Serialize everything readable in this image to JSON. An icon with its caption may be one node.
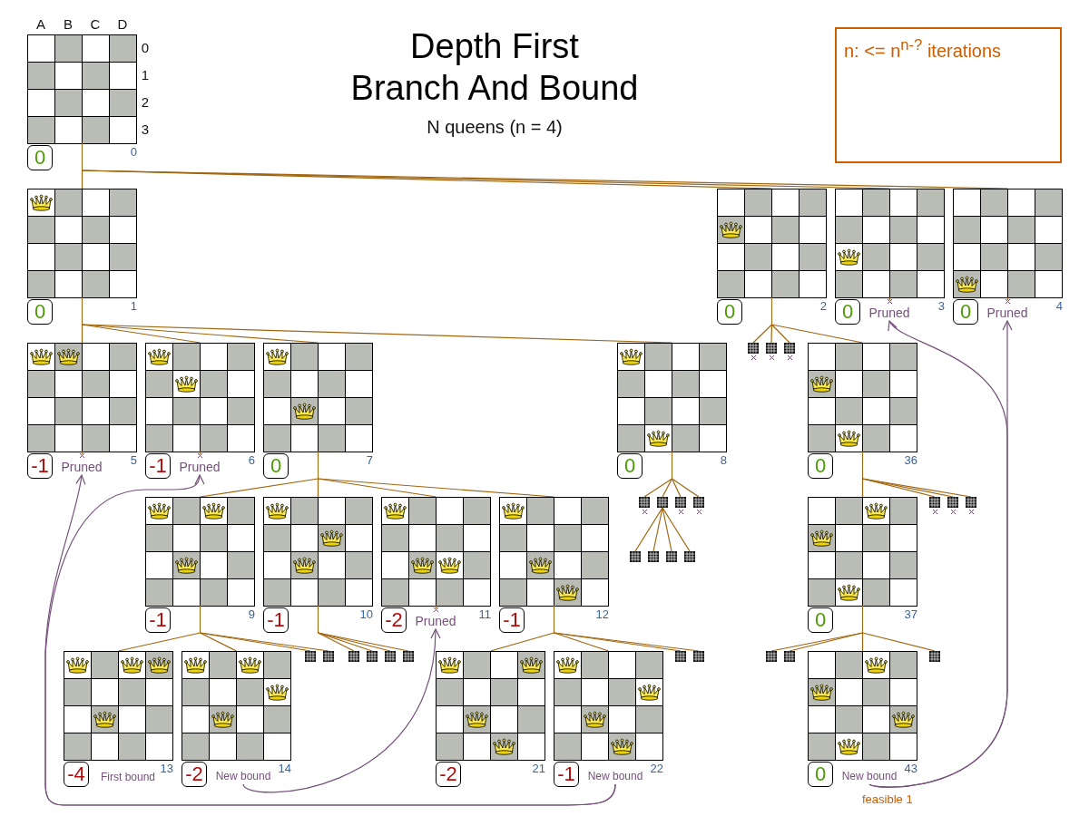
{
  "diagram": {
    "title": "Depth First Branch And Bound",
    "nodes": [
      {
        "text": [
          "0",
          "0"
        ]
      },
      {
        "text": [
          "n: <= n$^{n-?}$ iterations"
        ]
      },
      {
        "text": [
          "0",
          "1"
        ]
      },
      {
        "text": [
          "0",
          "2"
        ]
      },
      {
        "text": [
          "0",
          "3"
        ]
      },
      {
        "text": [
          "Pruned"
        ],
        "in": 4
      },
      {
        "text": [
          "0",
          "4"
        ]
      },
      {
        "text": [
          "Pruned"
        ],
        "in": 6
      },
      {
        "text": [],
        "shape": "picture"
      },
      {
        "text": [],
        "shape": "picture"
      },
      {
        "text": [],
        "shape": "picture"
      },
      {
        "text": [
          "-1",
          "5"
        ]
      },
      {
        "text": [
          "Pruned"
        ],
        "in": 11
      },
      {
        "text": [
          "-1",
          "6"
        ]
      },
      {
        "text": [
          "Pruned"
        ],
        "in": 13
      },
      {
        "text": [
          "0",
          "7"
        ]
      },
      {
        "text": [
          "0",
          "8"
        ]
      },
      {
        "text": [],
        "shape": "picture"
      },
      {
        "text": [],
        "shape": "picture"
      },
      {
        "text": [],
        "shape": "picture"
      },
      {
        "text": [],
        "shape": "picture"
      },
      {
        "text": [],
        "shape": "picture"
      },
      {
        "text": [],
        "shape": "picture"
      },
      {
        "text": [],
        "shape": "picture"
      },
      {
        "text": [],
        "shape": "picture"
      },
      {
        "text": [
          "0",
          "36"
        ]
      },
      {
        "text": [],
        "shape": "picture"
      },
      {
        "text": [],
        "shape": "picture"
      },
      {
        "text": [],
        "shape": "picture"
      },
      {
        "text": [
          "-1",
          "9"
        ]
      },
      {
        "text": [
          "-1",
          "10"
        ]
      },
      {
        "text": [
          "-2",
          "11"
        ]
      },
      {
        "text": [
          "Pruned"
        ],
        "in": 31
      },
      {
        "text": [
          "-1",
          "12"
        ]
      },
      {
        "text": [
          "0",
          "37"
        ]
      },
      {
        "text": [],
        "shape": "picture"
      },
      {
        "text": [],
        "shape": "picture"
      },
      {
        "text": [],
        "shape": "picture"
      },
      {
        "text": [],
        "shape": "picture"
      },
      {
        "text": [],
        "shape": "picture"
      },
      {
        "text": [],
        "shape": "picture"
      },
      {
        "text": [],
        "shape": "picture"
      },
      {
        "text": [],
        "shape": "picture"
      },
      {
        "text": [],
        "shape": "picture"
      },
      {
        "text": [],
        "shape": "picture"
      },
      {
        "text": [],
        "shape": "picture"
      },
      {
        "text": [
          "-4",
          "13",
          "First bound"
        ]
      },
      {
        "text": [
          "-2",
          "14"
        ]
      },
      {
        "text": [
          "New bound"
        ],
        "in": 47
      },
      {
        "text": [
          "-2",
          "21"
        ]
      },
      {
        "text": [
          "-1",
          "22"
        ]
      },
      {
        "text": [
          "New bound"
        ],
        "in": 50
      },
      {
        "text": [
          "0",
          "43"
        ],
        "beside": [
          "feasible 1"
        ]
      },
      {
        "text": [
          "New bound"
        ],
        "in": 52
      }
    ],
    "edges": [
      {
        "from": 0,
        "to": 2,
        "arrow": "none"
      },
      {
        "from": 0,
        "to": 3,
        "arrow": "none"
      },
      {
        "from": 0,
        "to": 4,
        "arrow": "none"
      },
      {
        "from": 0,
        "to": 6,
        "arrow": "none"
      },
      {
        "from": 2,
        "to": 11,
        "arrow": "none"
      },
      {
        "from": 2,
        "to": 13,
        "arrow": "none"
      },
      {
        "from": 2,
        "to": 15,
        "arrow": "none"
      },
      {
        "from": 2,
        "to": 16,
        "arrow": "none"
      },
      {
        "from": 3,
        "to": 8,
        "arrow": "none"
      },
      {
        "from": 3,
        "to": 9,
        "arrow": "none"
      },
      {
        "from": 3,
        "to": 10,
        "arrow": "none"
      },
      {
        "from": 3,
        "to": 25,
        "arrow": "none"
      },
      {
        "from": 16,
        "to": 17,
        "arrow": "none"
      },
      {
        "from": 16,
        "to": 18,
        "arrow": "none"
      },
      {
        "from": 16,
        "to": 19,
        "arrow": "none"
      },
      {
        "from": 16,
        "to": 20,
        "arrow": "none"
      },
      {
        "from": 18,
        "to": 21,
        "arrow": "none"
      },
      {
        "from": 18,
        "to": 22,
        "arrow": "none"
      },
      {
        "from": 18,
        "to": 23,
        "arrow": "none"
      },
      {
        "from": 18,
        "to": 24,
        "arrow": "none"
      },
      {
        "from": 25,
        "to": 26,
        "arrow": "none"
      },
      {
        "from": 25,
        "to": 27,
        "arrow": "none"
      },
      {
        "from": 25,
        "to": 28,
        "arrow": "none"
      },
      {
        "from": 25,
        "to": 34,
        "arrow": "none"
      },
      {
        "from": 15,
        "to": 29,
        "arrow": "none"
      },
      {
        "from": 15,
        "to": 30,
        "arrow": "none"
      },
      {
        "from": 15,
        "to": 31,
        "arrow": "none"
      },
      {
        "from": 15,
        "to": 33,
        "arrow": "none"
      },
      {
        "from": 29,
        "to": 46,
        "arrow": "none"
      },
      {
        "from": 29,
        "to": 47,
        "arrow": "none"
      },
      {
        "from": 29,
        "to": 35,
        "arrow": "none"
      },
      {
        "from": 29,
        "to": 36,
        "arrow": "none"
      },
      {
        "from": 30,
        "to": 37,
        "arrow": "none"
      },
      {
        "from": 30,
        "to": 38,
        "arrow": "none"
      },
      {
        "from": 30,
        "to": 39,
        "arrow": "none"
      },
      {
        "from": 30,
        "to": 40,
        "arrow": "none"
      },
      {
        "from": 33,
        "to": 49,
        "arrow": "none"
      },
      {
        "from": 33,
        "to": 50,
        "arrow": "none"
      },
      {
        "from": 33,
        "to": 41,
        "arrow": "none"
      },
      {
        "from": 33,
        "to": 42,
        "arrow": "none"
      },
      {
        "from": 34,
        "to": 43,
        "arrow": "none"
      },
      {
        "from": 34,
        "to": 44,
        "arrow": "none"
      },
      {
        "from": 34,
        "to": 52,
        "arrow": "none"
      },
      {
        "from": 34,
        "to": 45,
        "arrow": "none"
      },
      {
        "from": 48,
        "to": 32,
        "arrow": "to",
        "color": "#75507b"
      },
      {
        "from": 51,
        "to": 12,
        "arrow": "to",
        "color": "#75507b"
      },
      {
        "from": 51,
        "to": 14,
        "arrow": "to",
        "color": "#75507b"
      },
      {
        "from": 53,
        "to": 5,
        "arrow": "to",
        "color": "#75507b"
      },
      {
        "from": 53,
        "to": 7,
        "arrow": "to",
        "color": "#75507b"
      }
    ],
    "labels": [
      "A",
      "B",
      "C",
      "D",
      "0",
      "1",
      "2",
      "3",
      "N queens (n = 4)"
    ]
  }
}
